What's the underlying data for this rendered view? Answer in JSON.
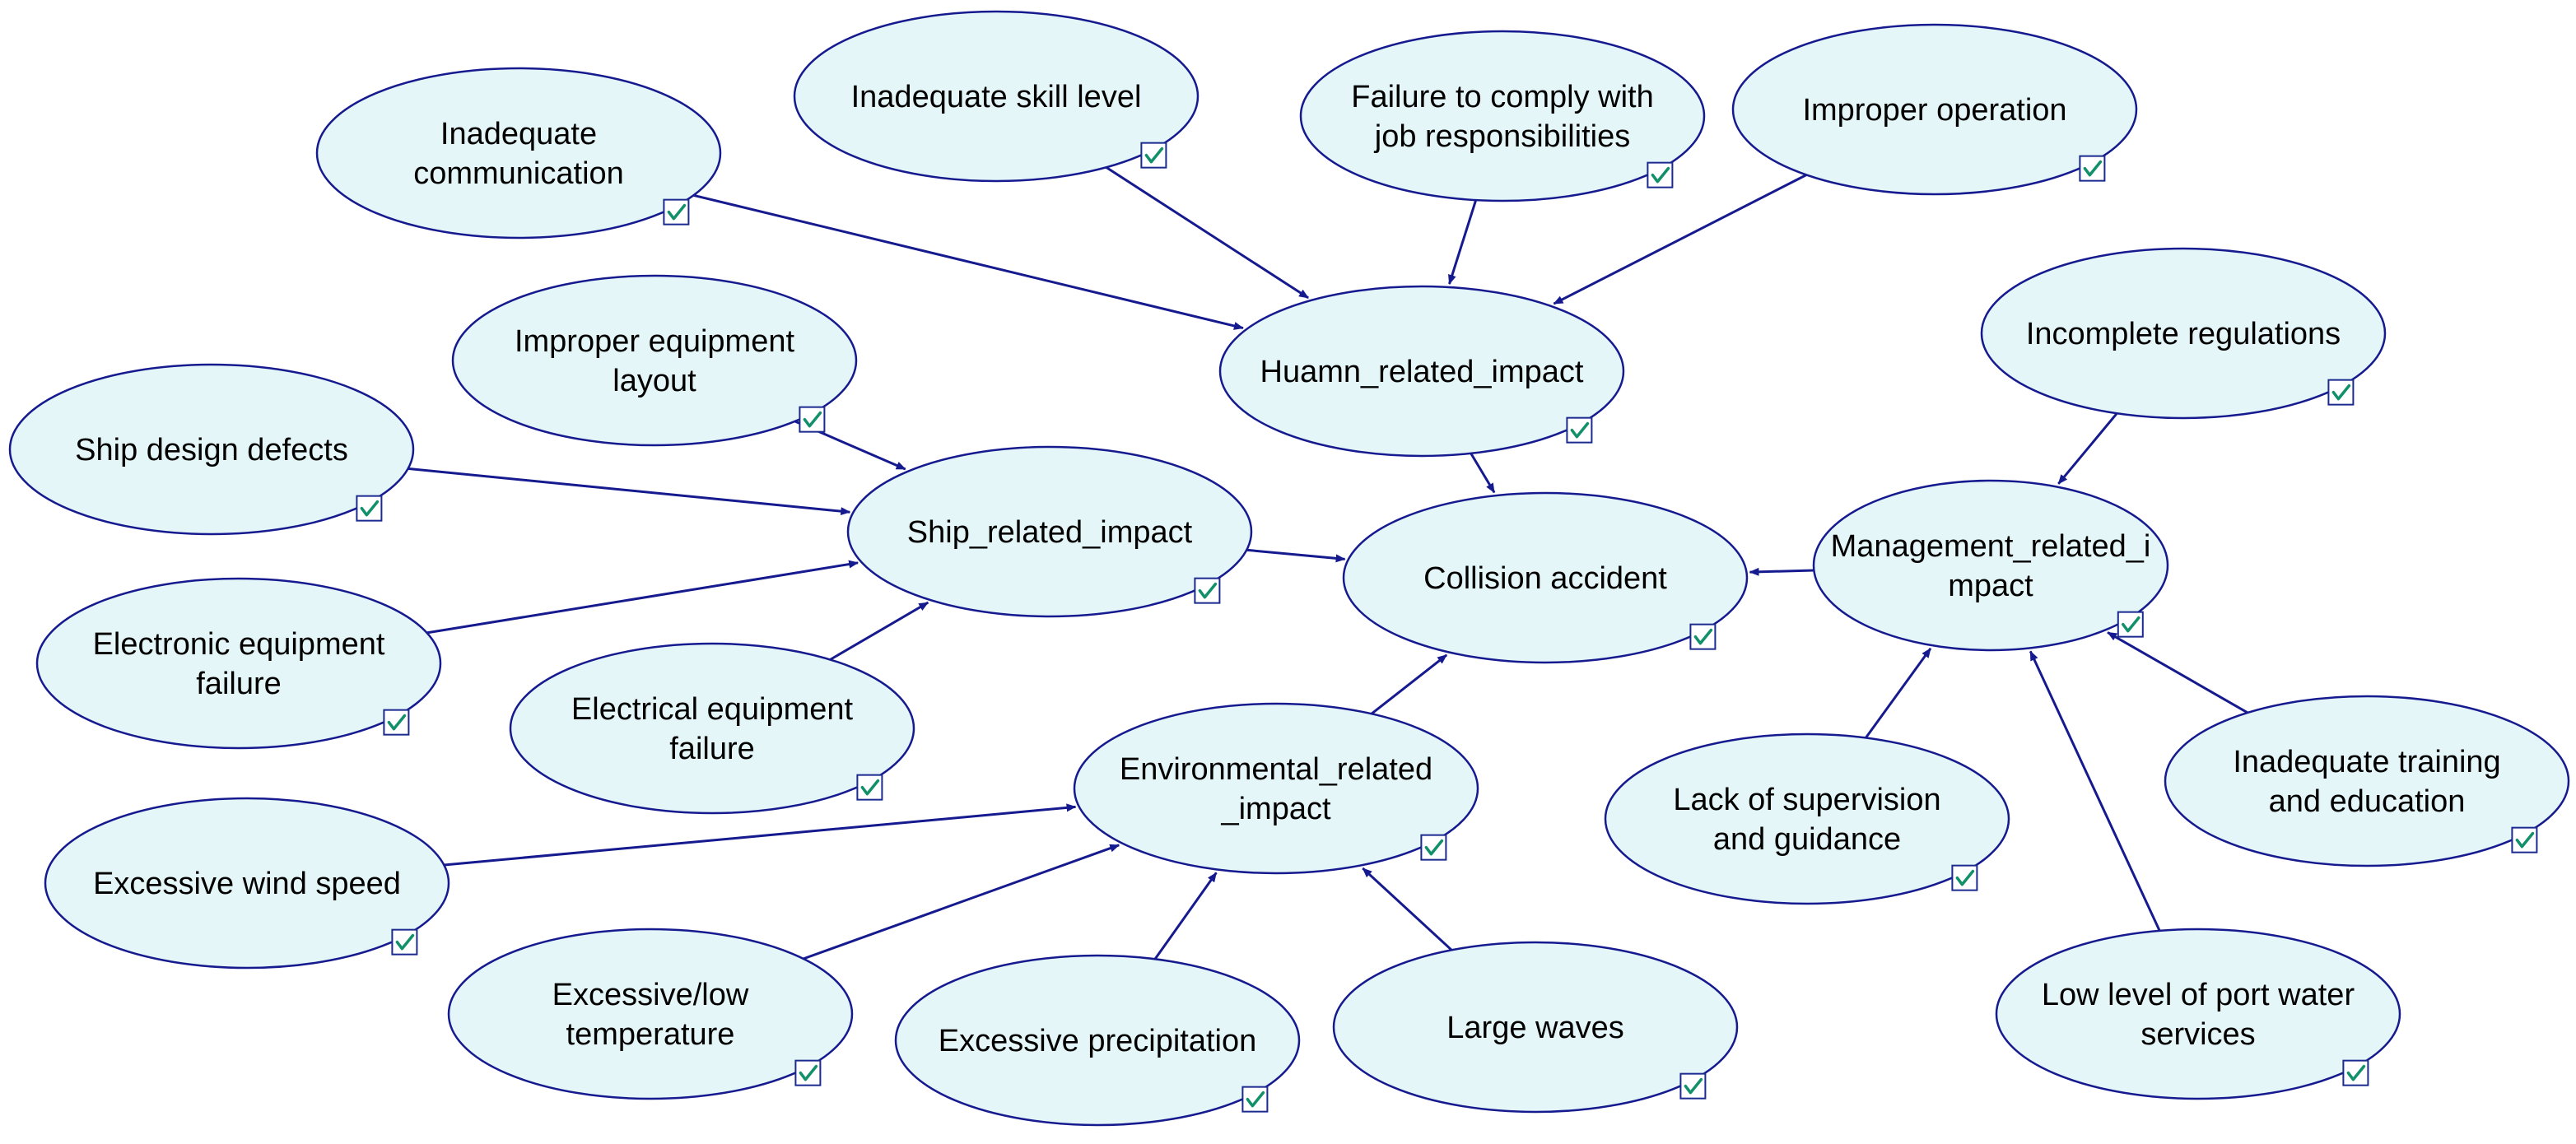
{
  "colors": {
    "node_fill": "#e4f6f8",
    "node_stroke": "#161a8f",
    "edge": "#161a8f",
    "checkbox_tick": "#12906a"
  },
  "nodes": [
    {
      "id": "n_inadequate_comm",
      "lines": [
        "Inadequate",
        "communication"
      ]
    },
    {
      "id": "n_skill",
      "lines": [
        "Inadequate skill level"
      ]
    },
    {
      "id": "n_failure_comply",
      "lines": [
        "Failure to comply with",
        "job responsibilities"
      ]
    },
    {
      "id": "n_improper_op",
      "lines": [
        "Improper operation"
      ]
    },
    {
      "id": "n_human",
      "lines": [
        "Huamn_related_impact"
      ]
    },
    {
      "id": "n_incomplete_reg",
      "lines": [
        "Incomplete regulations"
      ]
    },
    {
      "id": "n_improper_layout",
      "lines": [
        "Improper equipment",
        "layout"
      ]
    },
    {
      "id": "n_ship_design",
      "lines": [
        "Ship design defects"
      ]
    },
    {
      "id": "n_ship",
      "lines": [
        "Ship_related_impact"
      ]
    },
    {
      "id": "n_collision",
      "lines": [
        "Collision accident"
      ]
    },
    {
      "id": "n_management",
      "lines": [
        "Management_related_i",
        "mpact"
      ]
    },
    {
      "id": "n_electronic",
      "lines": [
        "Electronic equipment",
        "failure"
      ]
    },
    {
      "id": "n_electrical",
      "lines": [
        "Electrical equipment",
        "failure"
      ]
    },
    {
      "id": "n_environmental",
      "lines": [
        "Environmental_related",
        "_impact"
      ]
    },
    {
      "id": "n_lack_supervision",
      "lines": [
        "Lack of supervision",
        "and guidance"
      ]
    },
    {
      "id": "n_inadequate_training",
      "lines": [
        "Inadequate training",
        "and education"
      ]
    },
    {
      "id": "n_wind",
      "lines": [
        "Excessive wind speed"
      ]
    },
    {
      "id": "n_temperature",
      "lines": [
        "Excessive/low",
        "temperature"
      ]
    },
    {
      "id": "n_precipitation",
      "lines": [
        "Excessive precipitation"
      ]
    },
    {
      "id": "n_waves",
      "lines": [
        "Large waves"
      ]
    },
    {
      "id": "n_port_water",
      "lines": [
        "Low level of port water",
        "services"
      ]
    }
  ],
  "edges": [
    [
      "n_inadequate_comm",
      "n_human"
    ],
    [
      "n_skill",
      "n_human"
    ],
    [
      "n_failure_comply",
      "n_human"
    ],
    [
      "n_improper_op",
      "n_human"
    ],
    [
      "n_human",
      "n_collision"
    ],
    [
      "n_improper_layout",
      "n_ship"
    ],
    [
      "n_ship_design",
      "n_ship"
    ],
    [
      "n_electronic",
      "n_ship"
    ],
    [
      "n_electrical",
      "n_ship"
    ],
    [
      "n_ship",
      "n_collision"
    ],
    [
      "n_incomplete_reg",
      "n_management"
    ],
    [
      "n_management",
      "n_collision"
    ],
    [
      "n_lack_supervision",
      "n_management"
    ],
    [
      "n_port_water",
      "n_management"
    ],
    [
      "n_inadequate_training",
      "n_management"
    ],
    [
      "n_environmental",
      "n_collision"
    ],
    [
      "n_wind",
      "n_environmental"
    ],
    [
      "n_temperature",
      "n_environmental"
    ],
    [
      "n_precipitation",
      "n_environmental"
    ],
    [
      "n_waves",
      "n_environmental"
    ]
  ]
}
